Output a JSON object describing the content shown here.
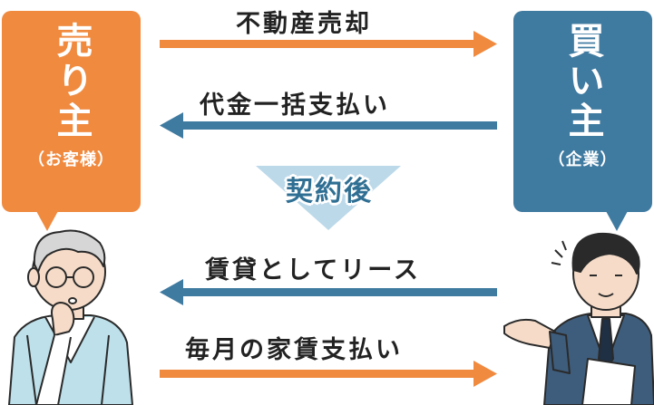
{
  "seller": {
    "title": "売り主",
    "subtitle": "（お客様）"
  },
  "buyer": {
    "title": "買い主",
    "subtitle": "（企業）"
  },
  "flows": {
    "sale": "不動産売却",
    "lump_payment": "代金一括支払い",
    "after_contract": "契約後",
    "lease": "賃貸としてリース",
    "monthly_rent": "毎月の家賃支払い"
  },
  "colors": {
    "orange": "#f08a3f",
    "blue": "#3f7aa0",
    "light_blue": "#bcd9ea"
  }
}
